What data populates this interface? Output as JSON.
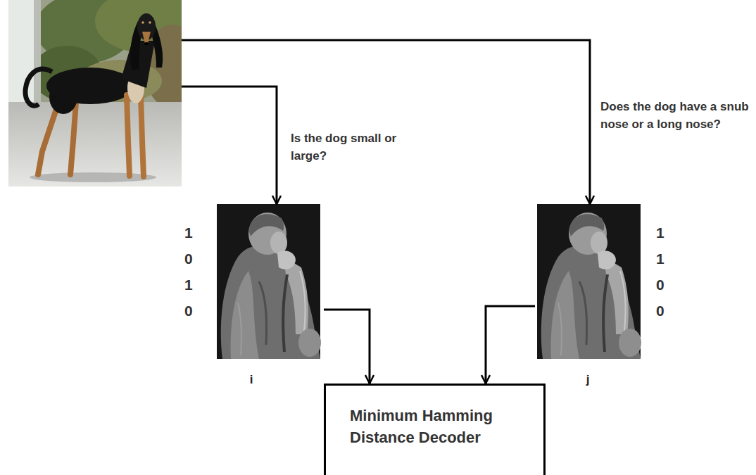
{
  "diagram": {
    "nodes": [
      {
        "text": []
      },
      {
        "text": [
          "1 0 1 0",
          "i"
        ]
      },
      {
        "text": [
          "1 1 0 0",
          "j"
        ]
      },
      {
        "text": [
          "Minimum Hamming Distance Decoder"
        ]
      }
    ],
    "edges": [
      {
        "from": 0,
        "to": 1,
        "arrow": "to",
        "label": "Is the dog small or large?"
      },
      {
        "from": 0,
        "to": 2,
        "arrow": "to",
        "label": "Does the dog have a snub nose or a long nose?"
      },
      {
        "from": 1,
        "to": 3,
        "arrow": "to"
      },
      {
        "from": 2,
        "to": 3,
        "arrow": "to"
      }
    ]
  }
}
